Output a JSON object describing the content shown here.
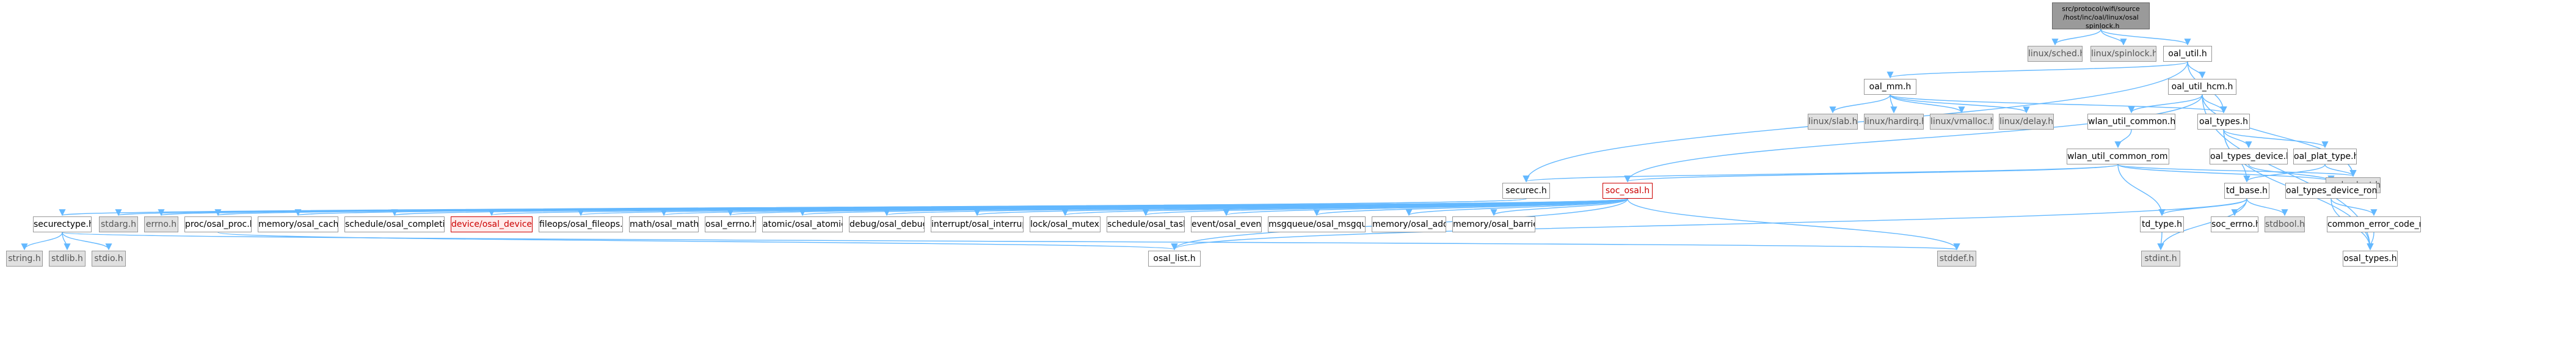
{
  "graph": {
    "root": {
      "id": "root",
      "line1": "src/protocol/wifi/source",
      "line2": "/host/inc/oal/linux/osal",
      "line3": "_spinlock.h"
    },
    "nodes": [
      {
        "id": "linux_sched",
        "label": "linux/sched.h",
        "kind": "ext"
      },
      {
        "id": "linux_spinlock",
        "label": "linux/spinlock.h",
        "kind": "ext"
      },
      {
        "id": "oal_util",
        "label": "oal_util.h",
        "kind": "normal"
      },
      {
        "id": "oal_mm",
        "label": "oal_mm.h",
        "kind": "normal"
      },
      {
        "id": "oal_util_hcm",
        "label": "oal_util_hcm.h",
        "kind": "normal"
      },
      {
        "id": "linux_slab",
        "label": "linux/slab.h",
        "kind": "ext"
      },
      {
        "id": "linux_hardirq",
        "label": "linux/hardirq.h",
        "kind": "ext"
      },
      {
        "id": "linux_vmalloc",
        "label": "linux/vmalloc.h",
        "kind": "ext"
      },
      {
        "id": "linux_delay",
        "label": "linux/delay.h",
        "kind": "ext"
      },
      {
        "id": "wlan_util_common",
        "label": "wlan_util_common.h",
        "kind": "normal"
      },
      {
        "id": "oal_types",
        "label": "oal_types.h",
        "kind": "normal"
      },
      {
        "id": "wlan_util_common_rom",
        "label": "wlan_util_common_rom.h",
        "kind": "normal"
      },
      {
        "id": "oal_types_device",
        "label": "oal_types_device.h",
        "kind": "normal"
      },
      {
        "id": "oal_plat_type",
        "label": "oal_plat_type.h",
        "kind": "normal"
      },
      {
        "id": "osal_adapt",
        "label": "osal_adapt.h",
        "kind": "ext"
      },
      {
        "id": "securec",
        "label": "securec.h",
        "kind": "normal"
      },
      {
        "id": "soc_osal",
        "label": "soc_osal.h",
        "kind": "hl"
      },
      {
        "id": "td_base",
        "label": "td_base.h",
        "kind": "normal"
      },
      {
        "id": "oal_types_device_rom",
        "label": "oal_types_device_rom.h",
        "kind": "normal"
      },
      {
        "id": "securectype",
        "label": "securectype.h",
        "kind": "normal"
      },
      {
        "id": "stdarg",
        "label": "stdarg.h",
        "kind": "ext"
      },
      {
        "id": "errno",
        "label": "errno.h",
        "kind": "ext"
      },
      {
        "id": "proc_osal_proc",
        "label": "proc/osal_proc.h",
        "kind": "normal"
      },
      {
        "id": "memory_osal_cache",
        "label": "memory/osal_cache.h",
        "kind": "normal"
      },
      {
        "id": "schedule_osal_completion",
        "label": "schedule/osal_completion.h",
        "kind": "normal"
      },
      {
        "id": "device_osal_device",
        "label": "device/osal_device.h",
        "kind": "hlfill"
      },
      {
        "id": "fileops_osal_fileops",
        "label": "fileops/osal_fileops.h",
        "kind": "normal"
      },
      {
        "id": "math_osal_math",
        "label": "math/osal_math.h",
        "kind": "normal"
      },
      {
        "id": "osal_errno",
        "label": "osal_errno.h",
        "kind": "normal"
      },
      {
        "id": "atomic_osal_atomic",
        "label": "atomic/osal_atomic.h",
        "kind": "normal"
      },
      {
        "id": "debug_osal_debug",
        "label": "debug/osal_debug.h",
        "kind": "normal"
      },
      {
        "id": "interrupt_osal_interrupt",
        "label": "interrupt/osal_interrupt.h",
        "kind": "normal"
      },
      {
        "id": "lock_osal_mutex",
        "label": "lock/osal_mutex.h",
        "kind": "normal"
      },
      {
        "id": "schedule_osal_task",
        "label": "schedule/osal_task.h",
        "kind": "normal"
      },
      {
        "id": "event_osal_event",
        "label": "event/osal_event.h",
        "kind": "normal"
      },
      {
        "id": "msgqueue_osal_msgqueue",
        "label": "msgqueue/osal_msgqueue.h",
        "kind": "normal"
      },
      {
        "id": "memory_osal_addr",
        "label": "memory/osal_addr.h",
        "kind": "normal"
      },
      {
        "id": "memory_osal_barrier",
        "label": "memory/osal_barrier.h",
        "kind": "normal"
      },
      {
        "id": "td_type",
        "label": "td_type.h",
        "kind": "normal"
      },
      {
        "id": "soc_errno",
        "label": "soc_errno.h",
        "kind": "normal"
      },
      {
        "id": "stdbool",
        "label": "stdbool.h",
        "kind": "ext"
      },
      {
        "id": "common_error_code_rom",
        "label": "common_error_code_rom.h",
        "kind": "normal"
      },
      {
        "id": "string",
        "label": "string.h",
        "kind": "ext"
      },
      {
        "id": "stdlib",
        "label": "stdlib.h",
        "kind": "ext"
      },
      {
        "id": "stdio",
        "label": "stdio.h",
        "kind": "ext"
      },
      {
        "id": "osal_list",
        "label": "osal_list.h",
        "kind": "normal"
      },
      {
        "id": "stddef",
        "label": "stddef.h",
        "kind": "ext"
      },
      {
        "id": "stdint",
        "label": "stdint.h",
        "kind": "ext"
      },
      {
        "id": "osal_types",
        "label": "osal_types.h",
        "kind": "normal"
      }
    ],
    "edges": [
      [
        "root",
        "linux_sched"
      ],
      [
        "root",
        "linux_spinlock"
      ],
      [
        "root",
        "oal_util"
      ],
      [
        "oal_util",
        "oal_mm"
      ],
      [
        "oal_util",
        "oal_util_hcm"
      ],
      [
        "oal_util",
        "oal_types"
      ],
      [
        "oal_util",
        "securec"
      ],
      [
        "oal_mm",
        "linux_slab"
      ],
      [
        "oal_mm",
        "linux_hardirq"
      ],
      [
        "oal_mm",
        "linux_vmalloc"
      ],
      [
        "oal_mm",
        "linux_delay"
      ],
      [
        "oal_mm",
        "oal_types"
      ],
      [
        "oal_util_hcm",
        "wlan_util_common"
      ],
      [
        "oal_util_hcm",
        "oal_types"
      ],
      [
        "oal_util_hcm",
        "osal_adapt"
      ],
      [
        "oal_util_hcm",
        "soc_osal"
      ],
      [
        "oal_util_hcm",
        "osal_types"
      ],
      [
        "wlan_util_common",
        "wlan_util_common_rom"
      ],
      [
        "oal_types",
        "oal_types_device"
      ],
      [
        "oal_types",
        "oal_plat_type"
      ],
      [
        "oal_types",
        "td_base"
      ],
      [
        "oal_types",
        "osal_types"
      ],
      [
        "wlan_util_common_rom",
        "securec"
      ],
      [
        "wlan_util_common_rom",
        "soc_osal"
      ],
      [
        "wlan_util_common_rom",
        "oal_types_device_rom"
      ],
      [
        "wlan_util_common_rom",
        "td_type"
      ],
      [
        "wlan_util_common_rom",
        "osal_adapt"
      ],
      [
        "oal_types_device",
        "oal_types_device_rom"
      ],
      [
        "oal_plat_type",
        "osal_adapt"
      ],
      [
        "oal_plat_type",
        "td_base"
      ],
      [
        "securec",
        "securectype"
      ],
      [
        "securec",
        "stdarg"
      ],
      [
        "soc_osal",
        "errno"
      ],
      [
        "soc_osal",
        "proc_osal_proc"
      ],
      [
        "soc_osal",
        "memory_osal_cache"
      ],
      [
        "soc_osal",
        "schedule_osal_completion"
      ],
      [
        "soc_osal",
        "device_osal_device"
      ],
      [
        "soc_osal",
        "fileops_osal_fileops"
      ],
      [
        "soc_osal",
        "math_osal_math"
      ],
      [
        "soc_osal",
        "osal_errno"
      ],
      [
        "soc_osal",
        "atomic_osal_atomic"
      ],
      [
        "soc_osal",
        "debug_osal_debug"
      ],
      [
        "soc_osal",
        "interrupt_osal_interrupt"
      ],
      [
        "soc_osal",
        "lock_osal_mutex"
      ],
      [
        "soc_osal",
        "schedule_osal_task"
      ],
      [
        "soc_osal",
        "event_osal_event"
      ],
      [
        "soc_osal",
        "msgqueue_osal_msgqueue"
      ],
      [
        "soc_osal",
        "memory_osal_addr"
      ],
      [
        "soc_osal",
        "memory_osal_barrier"
      ],
      [
        "soc_osal",
        "stddef"
      ],
      [
        "soc_osal",
        "osal_list"
      ],
      [
        "td_base",
        "td_type"
      ],
      [
        "td_base",
        "soc_errno"
      ],
      [
        "td_base",
        "stdbool"
      ],
      [
        "td_base",
        "stdint"
      ],
      [
        "td_base",
        "osal_list"
      ],
      [
        "oal_types_device_rom",
        "common_error_code_rom"
      ],
      [
        "oal_types_device_rom",
        "osal_types"
      ],
      [
        "securectype",
        "string"
      ],
      [
        "securectype",
        "stdlib"
      ],
      [
        "securectype",
        "stdio"
      ],
      [
        "securectype",
        "stddef"
      ],
      [
        "proc_osal_proc",
        "osal_list"
      ],
      [
        "td_type",
        "stdint"
      ],
      [
        "common_error_code_rom",
        "osal_types"
      ]
    ]
  },
  "colors": {
    "edge": "#63b8ff",
    "root_fill": "#9a9a9a",
    "ext_fill": "#e0e0e0",
    "highlight": "#cc0000"
  }
}
